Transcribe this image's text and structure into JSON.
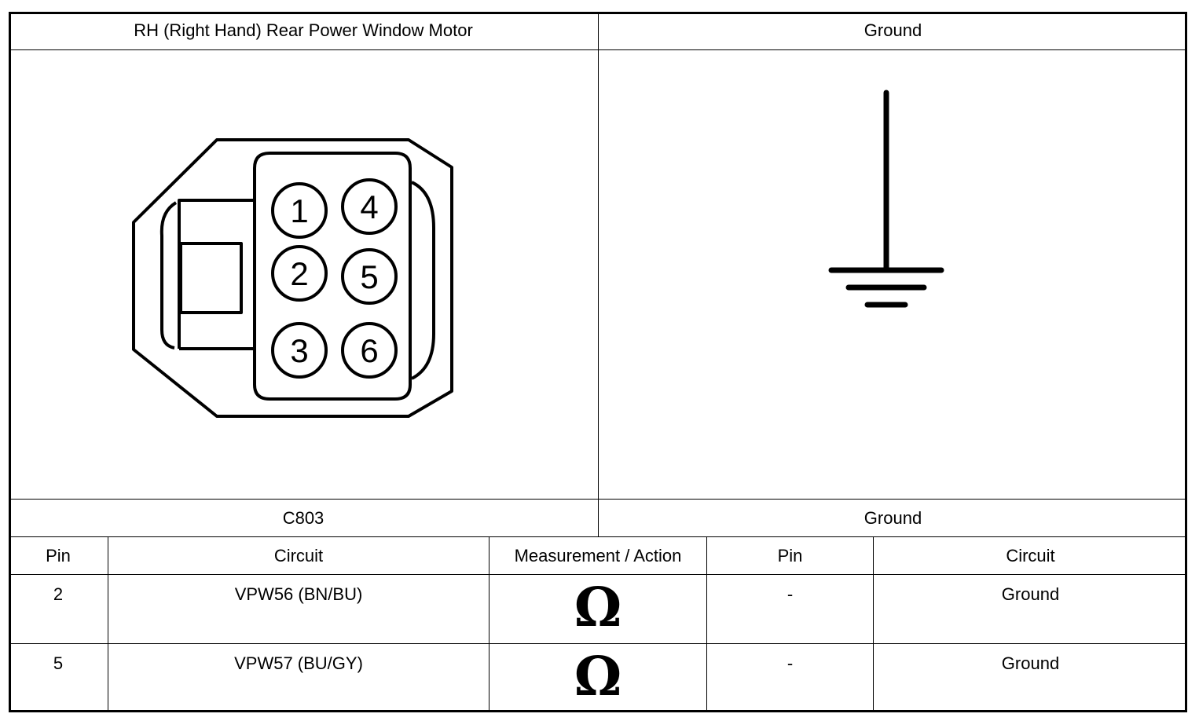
{
  "header": {
    "left_title": "RH (Right Hand) Rear Power Window Motor",
    "right_title": "Ground"
  },
  "connector": {
    "id": "C803",
    "pins": [
      "1",
      "2",
      "3",
      "4",
      "5",
      "6"
    ]
  },
  "ground_label": "Ground",
  "ground_icon": "ground-symbol",
  "table": {
    "headers": [
      "Pin",
      "Circuit",
      "Measurement / Action",
      "Pin",
      "Circuit"
    ],
    "rows": [
      {
        "pin": "2",
        "circuit": "VPW56 (BN/BU)",
        "measurement": "Ω",
        "pin2": "-",
        "circuit2": "Ground"
      },
      {
        "pin": "5",
        "circuit": "VPW57 (BU/GY)",
        "measurement": "Ω",
        "pin2": "-",
        "circuit2": "Ground"
      }
    ]
  }
}
